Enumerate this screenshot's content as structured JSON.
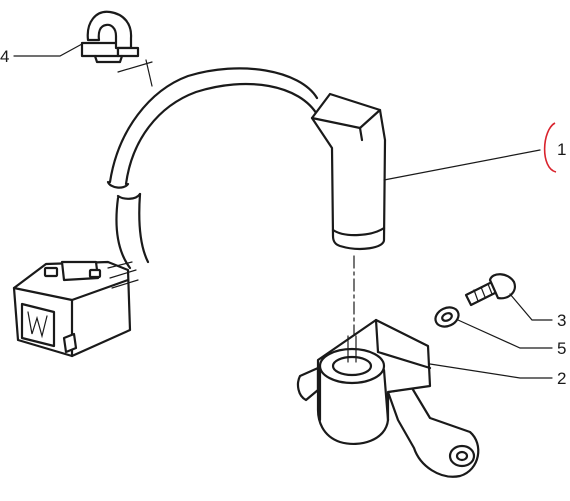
{
  "callouts": [
    {
      "id": "4",
      "text": "4",
      "part": "cable-clip"
    },
    {
      "id": "1",
      "text": "1",
      "part": "sensor",
      "highlight": true
    },
    {
      "id": "3",
      "text": "3",
      "part": "bolt"
    },
    {
      "id": "5",
      "text": "5",
      "part": "washer"
    },
    {
      "id": "2",
      "text": "2",
      "part": "bracket"
    }
  ],
  "colors": {
    "ink": "#1a1a1a",
    "highlight": "#d9232d",
    "background": "#ffffff"
  }
}
